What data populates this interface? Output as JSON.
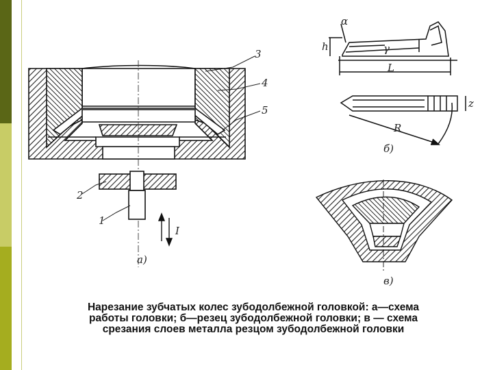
{
  "caption": {
    "line1": "Нарезание зубчатых колес зубодолбежной головкой: а—схема",
    "line2": "работы головки; б—резец зубодолбежной головки; в — схема",
    "line3": "срезания слоев металла резцом зубодолбежной головки"
  },
  "figure_labels": {
    "part_a": "а)",
    "part_b": "б)",
    "part_v": "в)",
    "n1": "1",
    "n2": "2",
    "n3": "3",
    "n4": "4",
    "n5": "5",
    "direction": "I",
    "alpha": "α",
    "gamma": "γ",
    "h": "h",
    "L": "L",
    "R": "R",
    "z": "z"
  },
  "colors": {
    "sidebar_dark": "#5a6616",
    "sidebar_light": "#c8cc66",
    "sidebar_mid": "#a5ad1f"
  }
}
